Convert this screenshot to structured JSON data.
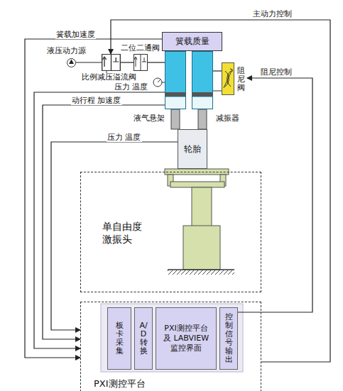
{
  "diagram": {
    "nodes": [
      {
        "text": [
          "簧载质量"
        ]
      },
      {
        "text": [
          "液压动力源"
        ]
      },
      {
        "text": [
          "二位二通阀"
        ]
      },
      {
        "text": [
          "比例减压溢流阀"
        ]
      },
      {
        "text": [
          "液气悬架"
        ]
      },
      {
        "text": [
          "减振器"
        ]
      },
      {
        "text": [
          "阻尼阀"
        ]
      },
      {
        "text": [
          "轮胎"
        ]
      },
      {
        "text": [
          "单自由度 激振头"
        ]
      },
      {
        "text": [
          "PXI测控平台"
        ]
      },
      {
        "text": [
          "板卡采集"
        ],
        "in": 9
      },
      {
        "text": [
          "A/D转换"
        ],
        "in": 9
      },
      {
        "text": [
          "PXI测控平台 及 LABVIEW 监控界面"
        ],
        "in": 9
      },
      {
        "text": [
          "控制信号输出"
        ],
        "in": 9
      }
    ],
    "edges": [
      {
        "from": 0,
        "to": 9,
        "arrow": "to",
        "label": "簧载加速度"
      },
      {
        "from": 4,
        "to": 9,
        "arrow": "to",
        "label": "压力 温度"
      },
      {
        "from": 4,
        "to": 9,
        "arrow": "to",
        "label": "动行程 加速度"
      },
      {
        "from": 7,
        "to": 9,
        "arrow": "to",
        "label": "压力 温度"
      },
      {
        "from": 9,
        "to": 3,
        "arrow": "to",
        "label": "主动力控制"
      },
      {
        "from": 13,
        "to": 6,
        "arrow": "to",
        "label": "阻尼控制"
      },
      {
        "from": 1,
        "to": 3,
        "arrow": "none"
      },
      {
        "from": 3,
        "to": 2,
        "arrow": "none"
      },
      {
        "from": 2,
        "to": 4,
        "arrow": "none"
      },
      {
        "from": 5,
        "to": 6,
        "arrow": "none"
      }
    ]
  }
}
